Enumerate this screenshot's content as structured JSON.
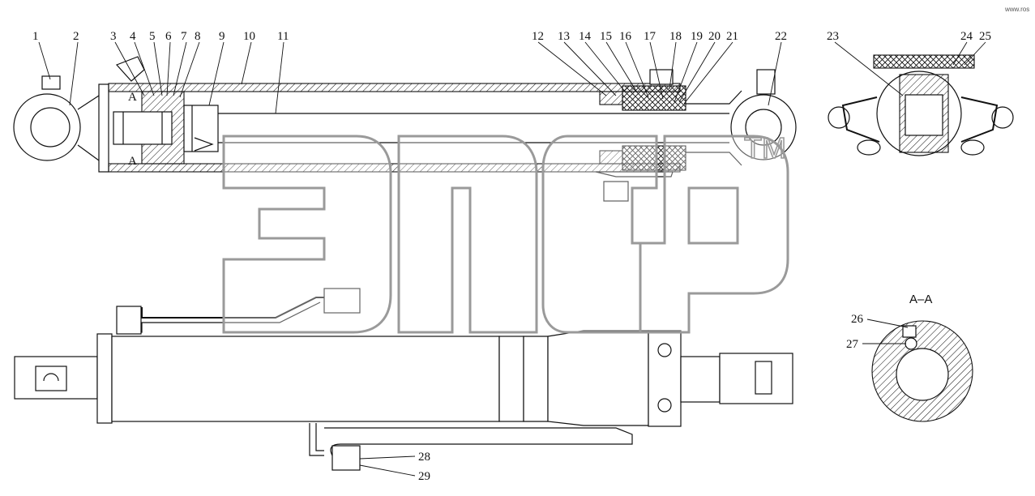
{
  "watermark": {
    "mark": "ТМ"
  },
  "section_label": "A–A",
  "section_marks": {
    "upper": "A",
    "lower": "A"
  },
  "corner_text": "www.ros",
  "callouts": [
    "1",
    "2",
    "3",
    "4",
    "5",
    "6",
    "7",
    "8",
    "9",
    "10",
    "11",
    "12",
    "13",
    "14",
    "15",
    "16",
    "17",
    "18",
    "19",
    "20",
    "21",
    "22",
    "23",
    "24",
    "25",
    "26",
    "27",
    "28",
    "29"
  ]
}
